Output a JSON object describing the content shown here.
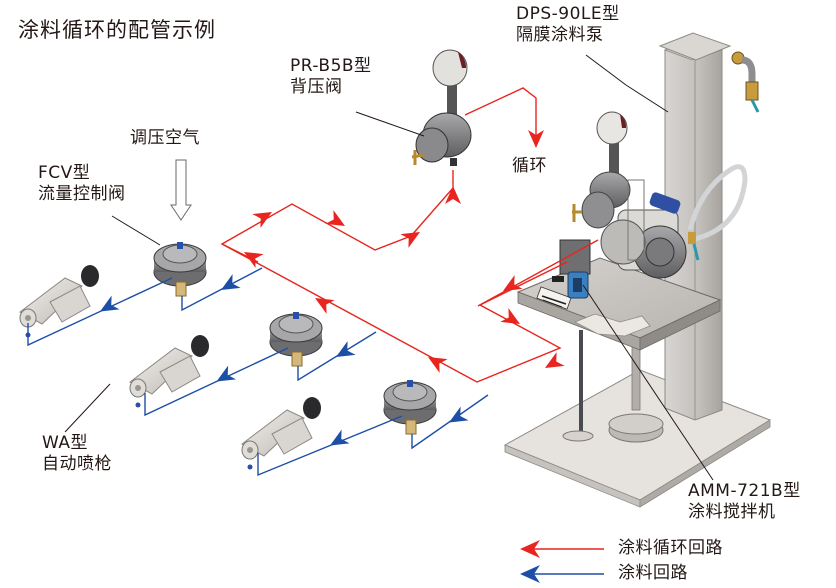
{
  "title": "涂料循环的配管示例",
  "labels": {
    "back_pressure_valve": {
      "model": "PR-B5B型",
      "name": "背压阀"
    },
    "diaphragm_pump": {
      "model": "DPS-90LE型",
      "name": "隔膜涂料泵"
    },
    "regulated_air": {
      "name": "调压空气"
    },
    "flow_control_valve": {
      "model": "FCV型",
      "name": "流量控制阀"
    },
    "circulation": {
      "name": "循环"
    },
    "spray_gun": {
      "model": "WA型",
      "name": "自动喷枪"
    },
    "agitator": {
      "model": "AMM-721B型",
      "name": "涂料搅拌机"
    }
  },
  "legend": [
    {
      "label": "涂料循环回路",
      "color": "#e8251f"
    },
    {
      "label": "涂料回路",
      "color": "#1e4fa6"
    }
  ],
  "colors": {
    "circulation_line": "#e8251f",
    "supply_line": "#1e4fa6",
    "leader_line": "#231815",
    "equipment_gray": "#8a8a8c",
    "stand_gray": "#c9c6c4"
  }
}
